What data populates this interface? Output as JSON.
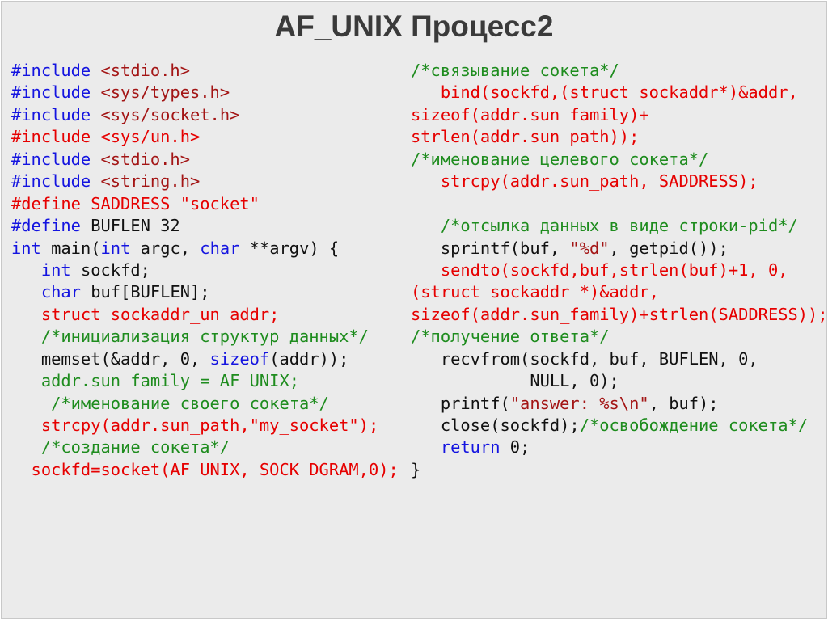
{
  "title": "AF_UNIX Процесс2",
  "colors": {
    "kw": "#1414e0",
    "inc": "#a31515",
    "red": "#e60000",
    "cm": "#1e8c1e",
    "tx": "#111111"
  },
  "code_left": [
    [
      [
        "#include ",
        "kw"
      ],
      [
        "<stdio.h>",
        "inc"
      ]
    ],
    [
      [
        "#include ",
        "kw"
      ],
      [
        "<sys/types.h>",
        "inc"
      ]
    ],
    [
      [
        "#include ",
        "kw"
      ],
      [
        "<sys/socket.h>",
        "inc"
      ]
    ],
    [
      [
        "#include <sys/un.h>",
        "red"
      ]
    ],
    [
      [
        "#include ",
        "kw"
      ],
      [
        "<stdio.h>",
        "inc"
      ]
    ],
    [
      [
        "#include ",
        "kw"
      ],
      [
        "<string.h>",
        "inc"
      ]
    ],
    [
      [
        "#define SADDRESS \"socket\"",
        "red"
      ]
    ],
    [
      [
        "#define ",
        "kw"
      ],
      [
        "BUFLEN 32",
        "tx"
      ]
    ],
    [
      [
        "int",
        "kw"
      ],
      [
        " main(",
        "tx"
      ],
      [
        "int",
        "kw"
      ],
      [
        " argc, ",
        "tx"
      ],
      [
        "char",
        "kw"
      ],
      [
        " **argv) {",
        "tx"
      ]
    ],
    [
      [
        "   ",
        "tx"
      ],
      [
        "int",
        "kw"
      ],
      [
        " sockfd;",
        "tx"
      ]
    ],
    [
      [
        "   ",
        "tx"
      ],
      [
        "char",
        "kw"
      ],
      [
        " buf[BUFLEN];",
        "tx"
      ]
    ],
    [
      [
        "   struct sockaddr_un addr;",
        "red"
      ]
    ],
    [
      [
        "   /*инициализация структур данных*/",
        "cm"
      ]
    ],
    [
      [
        "   memset(&addr, 0, ",
        "tx"
      ],
      [
        "sizeof",
        "kw"
      ],
      [
        "(addr));",
        "tx"
      ]
    ],
    [
      [
        "   addr.sun_family = AF_UNIX;",
        "cm"
      ]
    ],
    [
      [
        "    /*именование своего сокета*/",
        "cm"
      ]
    ],
    [
      [
        "   strcpy(addr.sun_path,\"my_socket\");",
        "red"
      ]
    ],
    [
      [
        "   /*создание сокета*/",
        "cm"
      ]
    ],
    [
      [
        "  sockfd=socket(AF_UNIX, SOCK_DGRAM,0);",
        "red"
      ]
    ]
  ],
  "code_right": [
    [
      [
        "/*связывание сокета*/",
        "cm"
      ]
    ],
    [
      [
        "   bind(sockfd,(struct sockaddr*)&addr,",
        "red"
      ]
    ],
    [
      [
        "sizeof(addr.sun_family)+",
        "red"
      ]
    ],
    [
      [
        "strlen(addr.sun_path));",
        "red"
      ]
    ],
    [
      [
        "/*именование целевого сокета*/",
        "cm"
      ]
    ],
    [
      [
        "   strcpy(addr.sun_path, SADDRESS);",
        "red"
      ]
    ],
    [
      [
        "",
        "tx"
      ]
    ],
    [
      [
        "   /*отсылка данных в виде строки-pid*/",
        "cm"
      ]
    ],
    [
      [
        "   sprintf(buf, ",
        "tx"
      ],
      [
        "\"%d\"",
        "inc"
      ],
      [
        ", getpid());",
        "tx"
      ]
    ],
    [
      [
        "   sendto(sockfd,buf,strlen(buf)+1, 0,",
        "red"
      ]
    ],
    [
      [
        "(struct sockaddr *)&addr,",
        "red"
      ]
    ],
    [
      [
        "sizeof(addr.sun_family)+strlen(SADDRESS));",
        "red"
      ]
    ],
    [
      [
        "/*получение ответа*/",
        "cm"
      ]
    ],
    [
      [
        "   recvfrom(sockfd, buf, BUFLEN, 0,",
        "tx"
      ]
    ],
    [
      [
        "            NULL, 0);",
        "tx"
      ]
    ],
    [
      [
        "   printf(",
        "tx"
      ],
      [
        "\"answer: %s\\n\"",
        "inc"
      ],
      [
        ", buf);",
        "tx"
      ]
    ],
    [
      [
        "   close(sockfd);",
        "tx"
      ],
      [
        "/*освобождение сокета*/",
        "cm"
      ]
    ],
    [
      [
        "   ",
        "tx"
      ],
      [
        "return",
        "kw"
      ],
      [
        " 0;",
        "tx"
      ]
    ],
    [
      [
        "}",
        "tx"
      ]
    ]
  ]
}
